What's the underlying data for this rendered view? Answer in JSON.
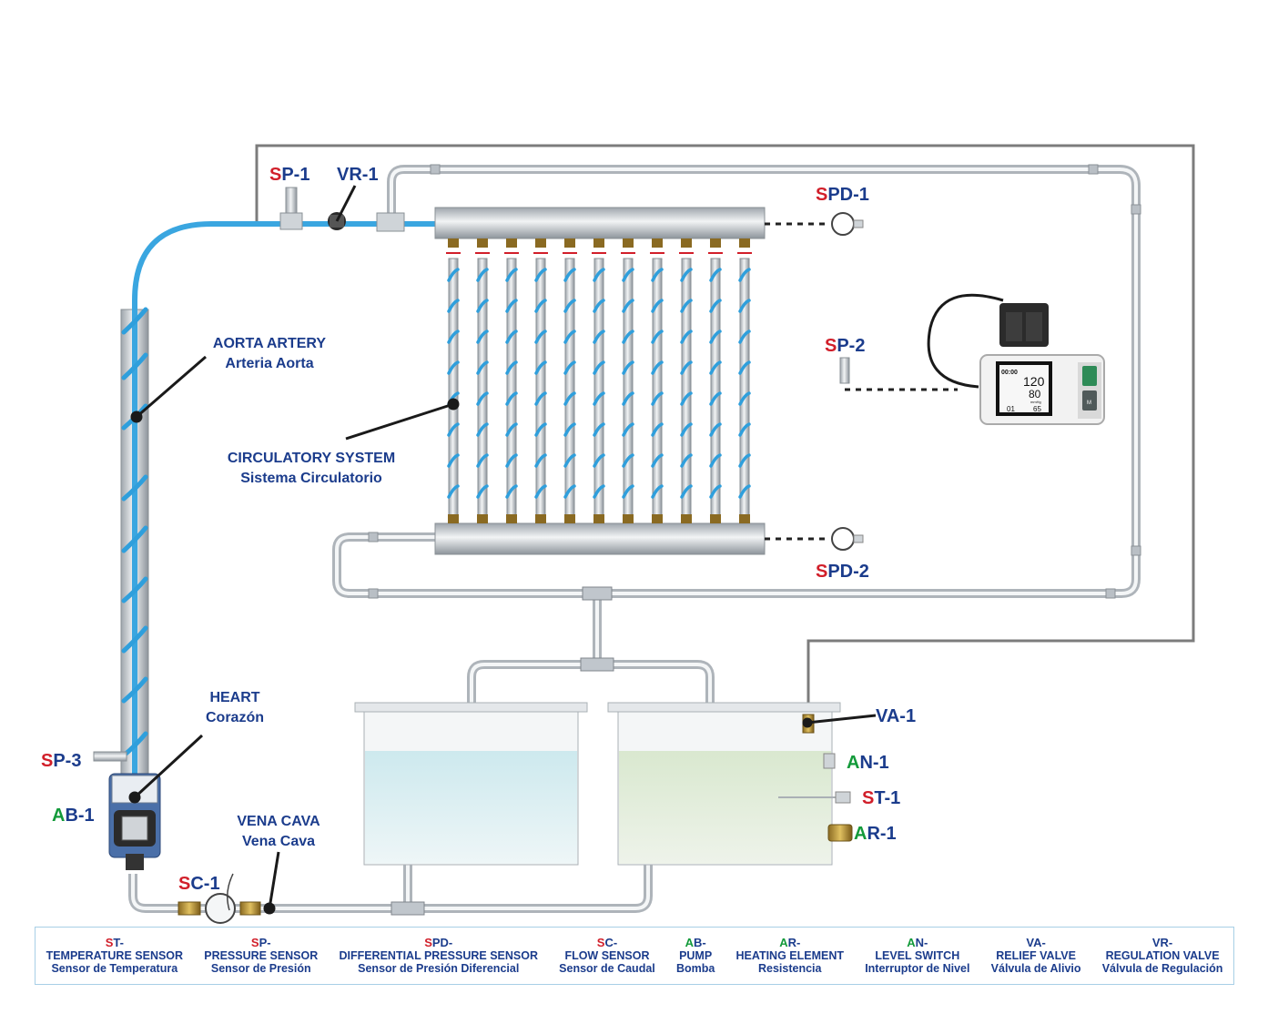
{
  "labels": {
    "sp1": {
      "prefix": "S",
      "rest": "P-1"
    },
    "vr1": "VR-1",
    "spd1": {
      "prefix": "S",
      "rest": "PD-1"
    },
    "sp2": {
      "prefix": "S",
      "rest": "P-2"
    },
    "spd2": {
      "prefix": "S",
      "rest": "PD-2"
    },
    "sp3": {
      "prefix": "S",
      "rest": "P-3"
    },
    "ab1": {
      "prefix": "A",
      "rest": "B-1"
    },
    "sc1": {
      "prefix": "S",
      "rest": "C-1"
    },
    "va1": "VA-1",
    "an1": {
      "prefix": "A",
      "rest": "N-1"
    },
    "st1": {
      "prefix": "S",
      "rest": "T-1"
    },
    "ar1": {
      "prefix": "A",
      "rest": "R-1"
    },
    "aorta_en": "AORTA ARTERY",
    "aorta_es": "Arteria Aorta",
    "circ_en": "CIRCULATORY SYSTEM",
    "circ_es": "Sistema Circulatorio",
    "heart_en": "HEART",
    "heart_es": "Corazón",
    "vena_en": "VENA CAVA",
    "vena_es": "Vena Cava"
  },
  "monitor": {
    "time": "00:00",
    "sys": "120",
    "dia": "80",
    "mem": "01",
    "pulse": "65",
    "unit": "mmHg",
    "button_m": "M"
  },
  "legend": [
    {
      "c1": "S",
      "c2": "T-",
      "en": "TEMPERATURE SENSOR",
      "es": "Sensor de Temperatura",
      "color": "red"
    },
    {
      "c1": "S",
      "c2": "P-",
      "en": "PRESSURE SENSOR",
      "es": "Sensor de Presión",
      "color": "red"
    },
    {
      "c1": "S",
      "c2": "PD-",
      "en": "DIFFERENTIAL PRESSURE SENSOR",
      "es": "Sensor de Presión  Diferencial",
      "color": "red"
    },
    {
      "c1": "S",
      "c2": "C-",
      "en": "FLOW SENSOR",
      "es": "Sensor de Caudal",
      "color": "red"
    },
    {
      "c1": "A",
      "c2": "B-",
      "en": "PUMP",
      "es": "Bomba",
      "color": "green"
    },
    {
      "c1": "A",
      "c2": "R-",
      "en": "HEATING ELEMENT",
      "es": "Resistencia",
      "color": "green"
    },
    {
      "c1": "A",
      "c2": "N-",
      "en": "LEVEL SWITCH",
      "es": "Interruptor de Nivel",
      "color": "green"
    },
    {
      "c1": "",
      "c2": "VA-",
      "en": "RELIEF VALVE",
      "es": "Válvula de Alivio",
      "color": "navy"
    },
    {
      "c1": "",
      "c2": "VR-",
      "en": "REGULATION VALVE",
      "es": "Válvula de Regulación",
      "color": "navy"
    }
  ],
  "colors": {
    "navy": "#1b3c8c",
    "red": "#d11f2a",
    "green": "#139a3a",
    "blue_tube": "#3aa6e0",
    "pipe": "#c8cdd2",
    "frame": "#7c7c7c"
  }
}
